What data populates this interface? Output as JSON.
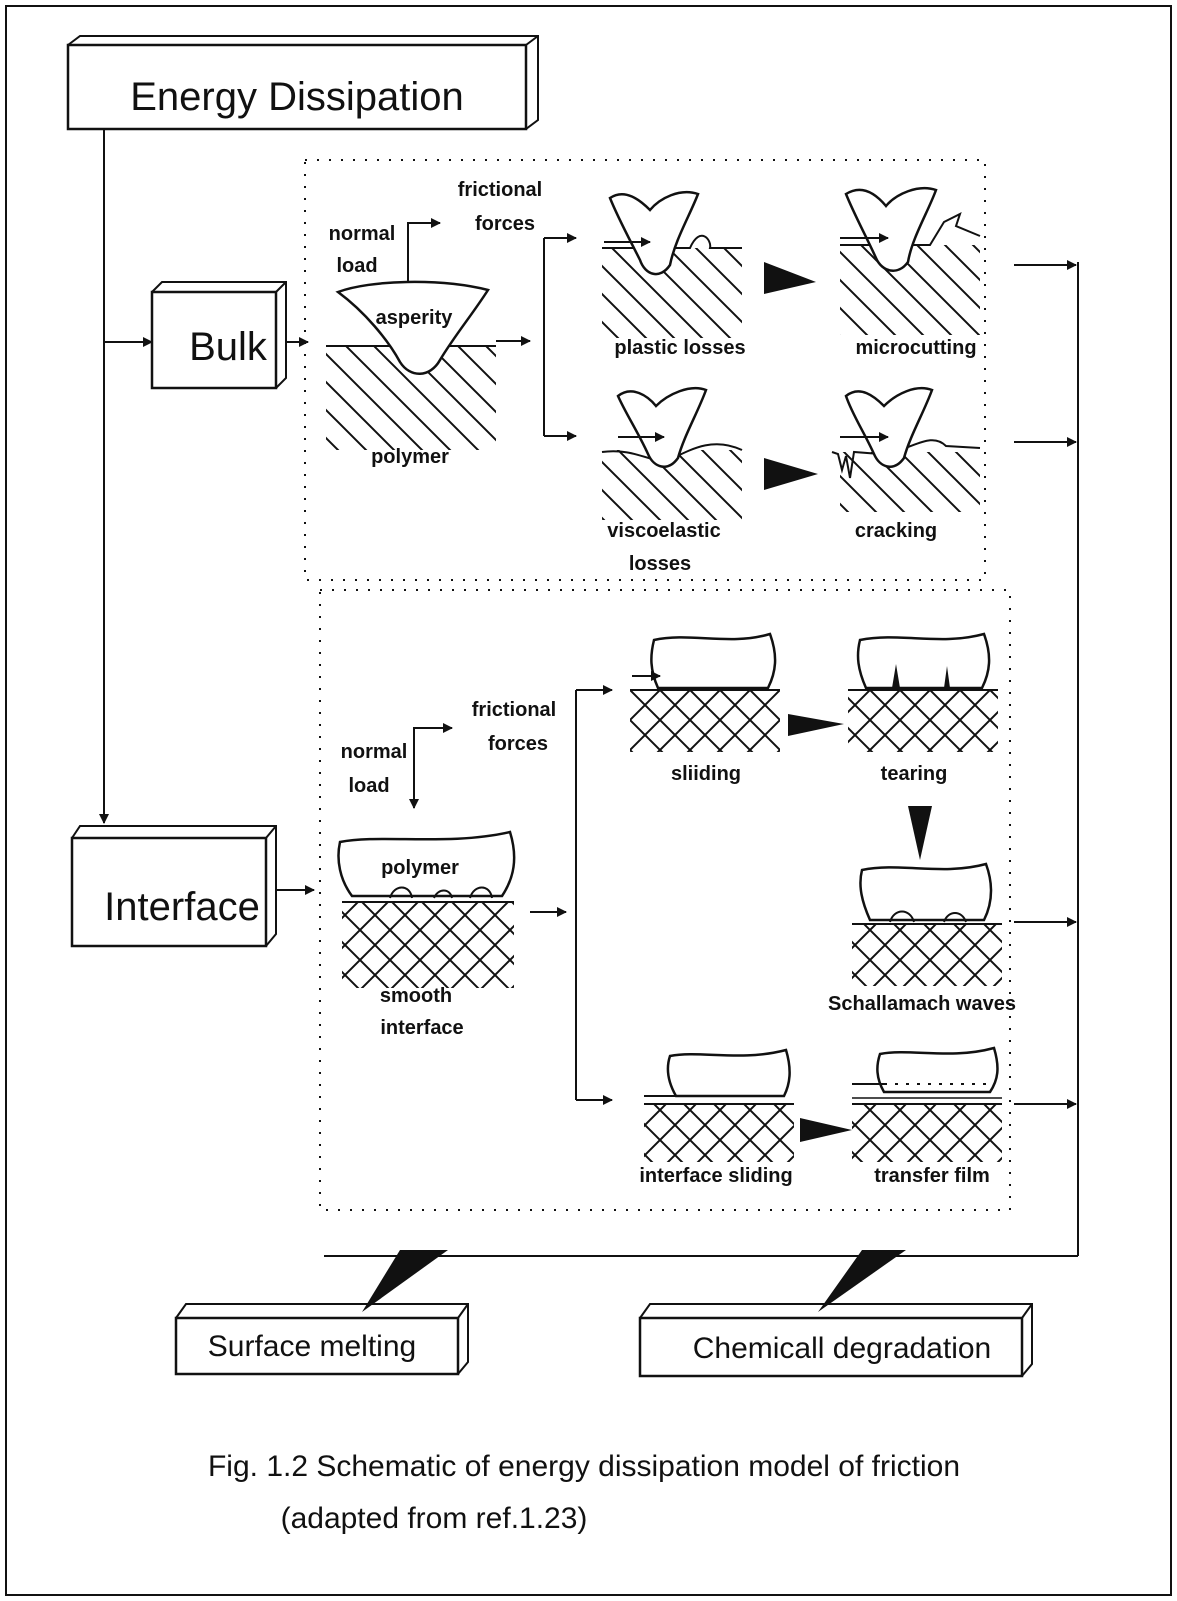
{
  "diagram": {
    "title_box": "Energy Dissipation",
    "bulk_box": "Bulk",
    "interface_box": "Interface",
    "bulk_panel": {
      "normal_load": [
        "normal",
        "load"
      ],
      "frictional_forces": [
        "frictional",
        "forces"
      ],
      "asperity": "asperity",
      "polymer": "polymer",
      "plastic_losses": "plastic losses",
      "microcutting": "microcutting",
      "viscoelastic_losses": [
        "viscoelastic",
        "losses"
      ],
      "cracking": "cracking"
    },
    "interface_panel": {
      "frictional_forces": [
        "frictional",
        "forces"
      ],
      "normal_load": [
        "normal",
        "load"
      ],
      "polymer": "polymer",
      "smooth_interface": [
        "smooth",
        "interface"
      ],
      "sliding": "sliiding",
      "tearing": "tearing",
      "schallamach_waves": "Schallamach waves",
      "interface_sliding": "interface sliding",
      "transfer_film": "transfer film"
    },
    "surface_melting": "Surface melting",
    "chemical_degradation": "Chemicall degradation"
  },
  "caption": {
    "line1": "Fig. 1.2 Schematic of energy dissipation model of friction",
    "line2": "(adapted from ref.1.23)"
  }
}
